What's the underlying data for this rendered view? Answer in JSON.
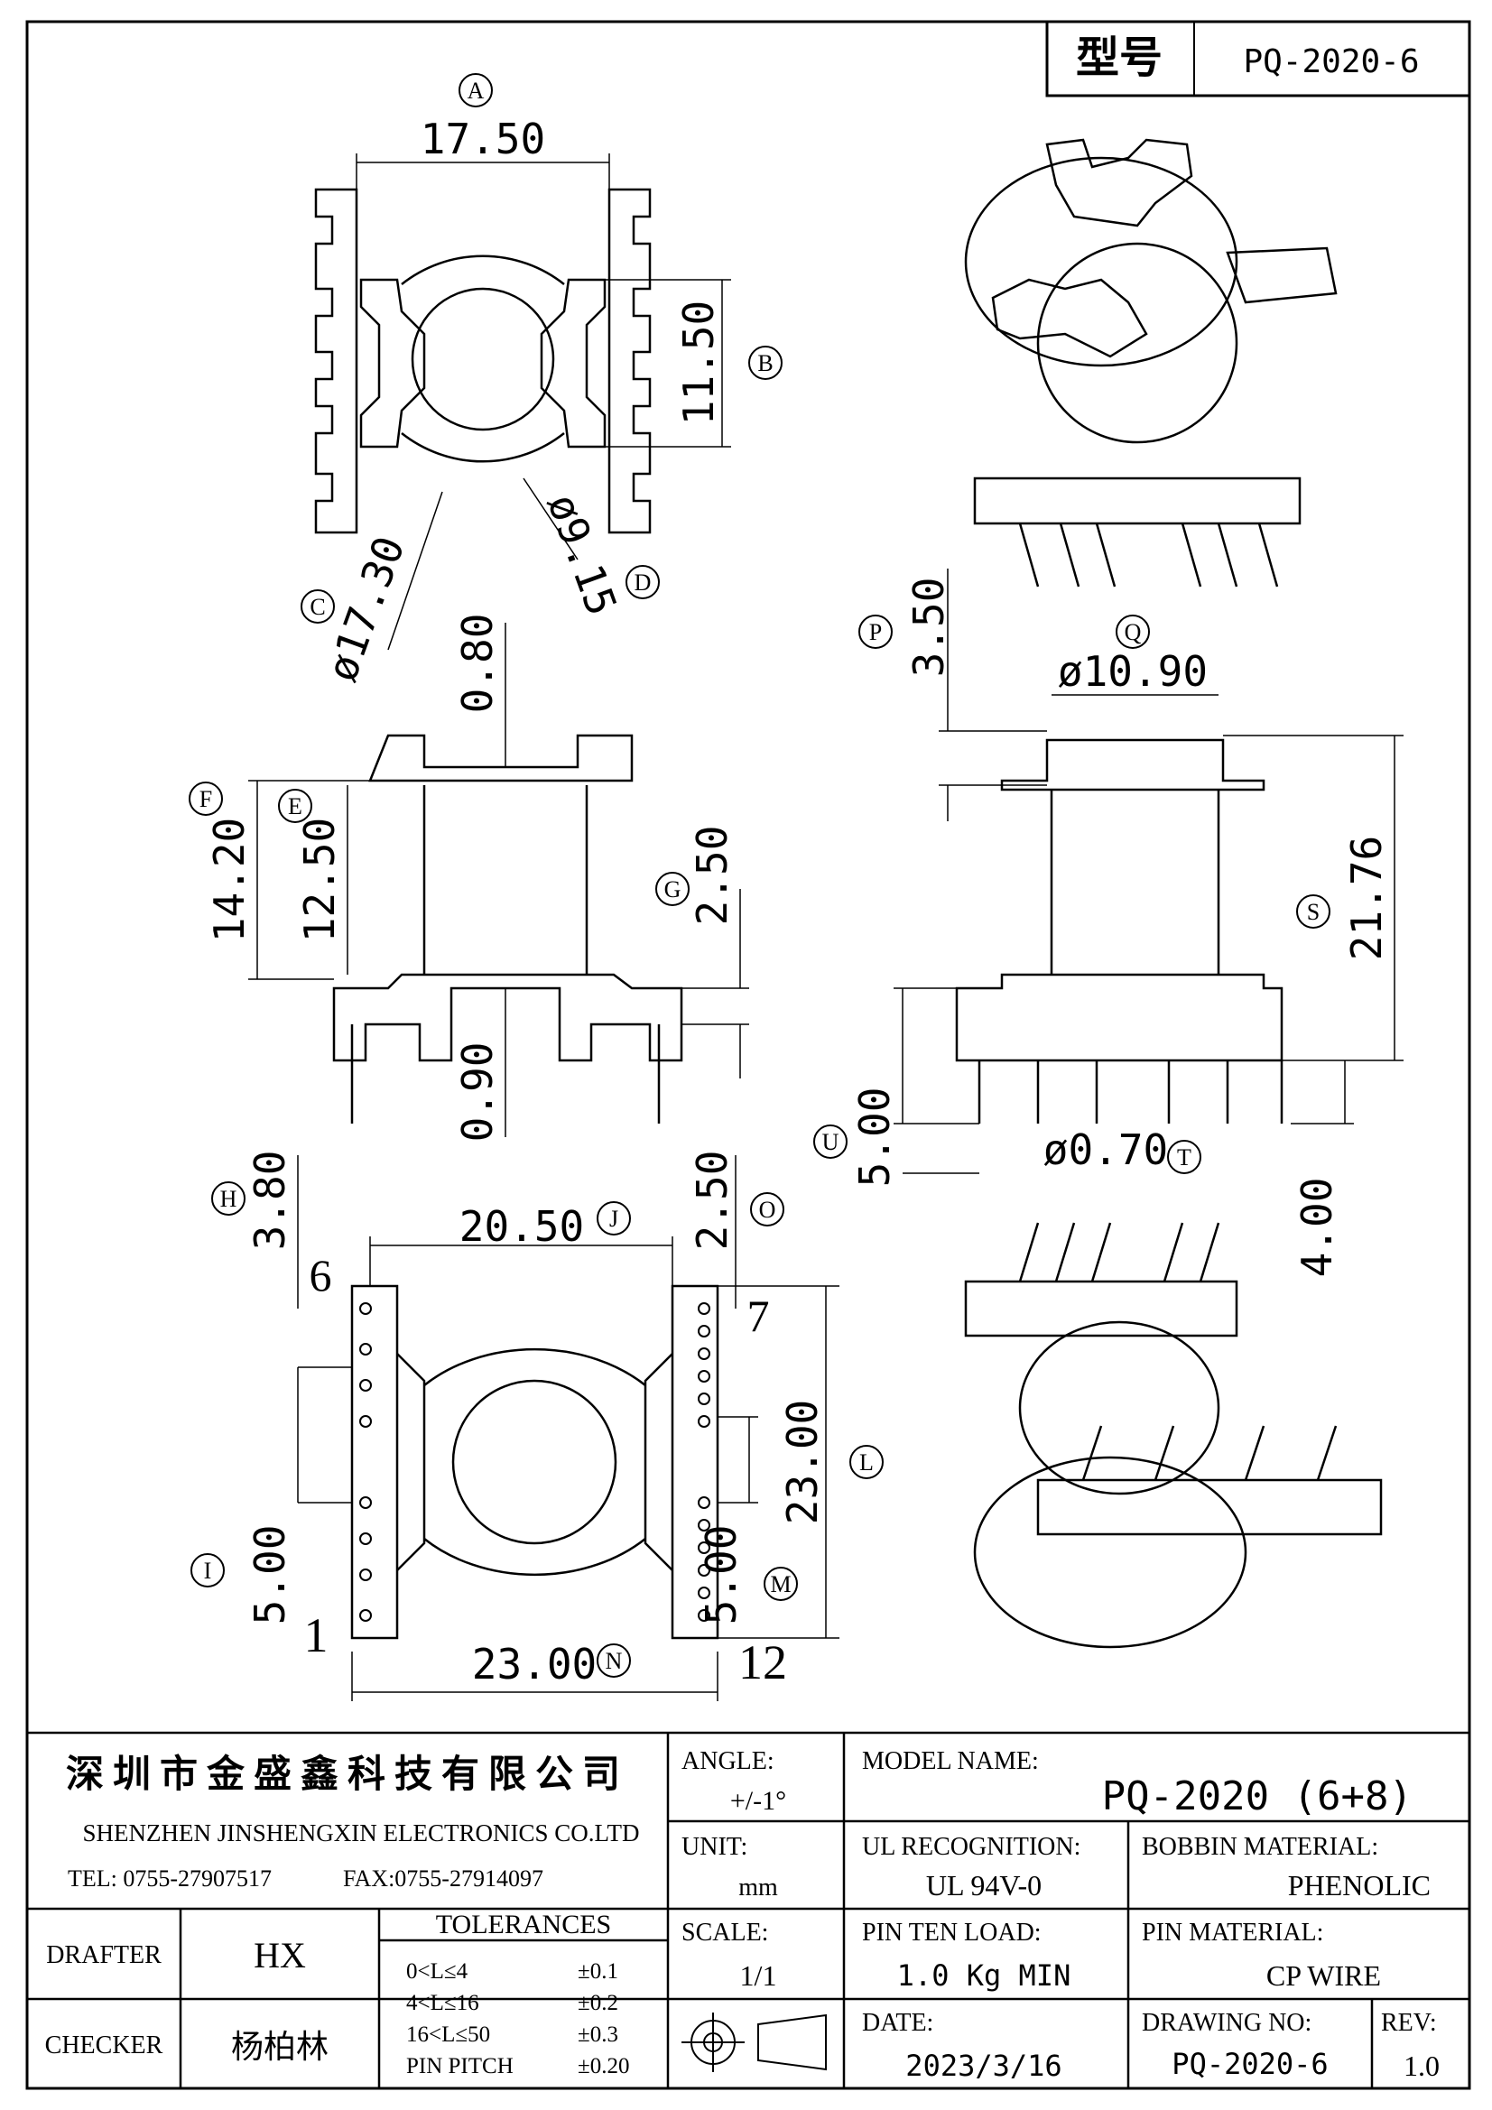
{
  "model_box": {
    "label": "型号",
    "value": "PQ-2020-6"
  },
  "dimensions": {
    "A": "17.50",
    "B": "11.50",
    "C": "ø17.30",
    "D": "ø9.15",
    "E": "12.50",
    "F": "14.20",
    "G": "2.50",
    "top_0_80": "0.80",
    "bot_0_90": "0.90",
    "P": "3.50",
    "Q": "ø10.90",
    "S": "21.76",
    "T": "ø0.70",
    "U": "5.00",
    "side_4_00": "4.00",
    "H": "3.80",
    "J": "20.50",
    "O": "2.50",
    "L": "23.00",
    "I": "5.00",
    "M": "5.00",
    "N": "23.00"
  },
  "circle_letters": [
    "A",
    "B",
    "C",
    "D",
    "P",
    "Q",
    "F",
    "E",
    "G",
    "S",
    "U",
    "T",
    "H",
    "J",
    "O",
    "L",
    "I",
    "M",
    "N"
  ],
  "pins": {
    "p6": "6",
    "p7": "7",
    "p1": "1",
    "p12": "12"
  },
  "title_block": {
    "company_cn": "深圳市金盛鑫科技有限公司",
    "company_en": "SHENZHEN JINSHENGXIN ELECTRONICS CO.LTD",
    "tel": "TEL: 0755-27907517",
    "fax": "FAX:0755-27914097",
    "angle_label": "ANGLE:",
    "angle_value": "+/-1°",
    "model_name_label": "MODEL NAME:",
    "model_name_value": "PQ-2020 (6+8)",
    "unit_label": "UNIT:",
    "unit_value": "mm",
    "ul_label": "UL RECOGNITION:",
    "ul_value": "UL 94V-0",
    "bobbin_label": "BOBBIN MATERIAL:",
    "bobbin_value": "PHENOLIC",
    "drafter_label": "DRAFTER",
    "drafter_value": "HX",
    "tolerances_label": "TOLERANCES",
    "tol_rows": [
      {
        "range": "0<L≤4",
        "value": "±0.1"
      },
      {
        "range": "4<L≤16",
        "value": "±0.2"
      },
      {
        "range": "16<L≤50",
        "value": "±0.3"
      },
      {
        "range": "PIN PITCH",
        "value": "±0.20"
      }
    ],
    "scale_label": "SCALE:",
    "scale_value": "1/1",
    "pin_load_label": "PIN TEN LOAD:",
    "pin_load_value": "1.0 Kg MIN",
    "pin_material_label": "PIN MATERIAL:",
    "pin_material_value": "CP WIRE",
    "checker_label": "CHECKER",
    "checker_value": "杨柏林",
    "date_label": "DATE:",
    "date_value": "2023/3/16",
    "drawing_no_label": "DRAWING NO:",
    "drawing_no_value": "PQ-2020-6",
    "rev_label": "REV:",
    "rev_value": "1.0"
  }
}
